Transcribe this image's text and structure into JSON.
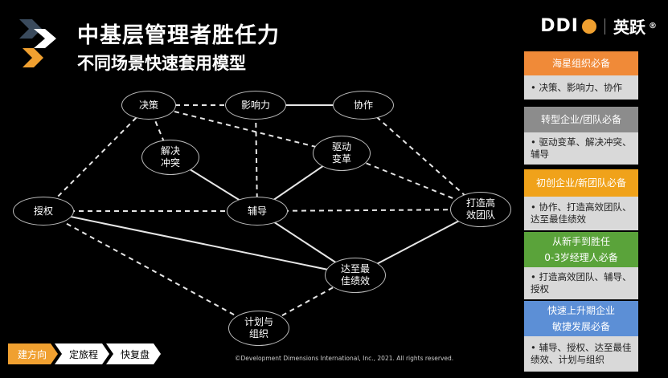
{
  "header": {
    "title": "中基层管理者胜任力",
    "subtitle": "不同场景快速套用模型"
  },
  "brand": {
    "logo_text": "DDI",
    "separator": "|",
    "partner": "英跃",
    "registered": "®"
  },
  "diagram": {
    "nodes": [
      {
        "id": "juece",
        "label": "决策"
      },
      {
        "id": "yingxiangli",
        "label": "影响力"
      },
      {
        "id": "xiezuo",
        "label": "协作"
      },
      {
        "id": "jiejue",
        "label": "解决\n冲突"
      },
      {
        "id": "qudong",
        "label": "驱动\n变革"
      },
      {
        "id": "shouquan",
        "label": "授权"
      },
      {
        "id": "fudao",
        "label": "辅导"
      },
      {
        "id": "dazao",
        "label": "打造高\n效团队"
      },
      {
        "id": "dazhi",
        "label": "达至最\n佳绩效"
      },
      {
        "id": "jihua",
        "label": "计划与\n组织"
      }
    ],
    "edges": [
      {
        "from": "juece",
        "to": "yingxiangli",
        "style": "dashed"
      },
      {
        "from": "yingxiangli",
        "to": "xiezuo",
        "style": "solid"
      },
      {
        "from": "xiezuo",
        "to": "dazao",
        "style": "dashed"
      },
      {
        "from": "juece",
        "to": "shouquan",
        "style": "dashed"
      },
      {
        "from": "juece",
        "to": "jiejue",
        "style": "dashed"
      },
      {
        "from": "juece",
        "to": "qudong",
        "style": "dashed"
      },
      {
        "from": "yingxiangli",
        "to": "fudao",
        "style": "dashed"
      },
      {
        "from": "jiejue",
        "to": "fudao",
        "style": "solid"
      },
      {
        "from": "qudong",
        "to": "fudao",
        "style": "solid"
      },
      {
        "from": "qudong",
        "to": "dazao",
        "style": "dashed"
      },
      {
        "from": "shouquan",
        "to": "fudao",
        "style": "dashed"
      },
      {
        "from": "fudao",
        "to": "dazao",
        "style": "dashed"
      },
      {
        "from": "shouquan",
        "to": "dazhi",
        "style": "solid"
      },
      {
        "from": "fudao",
        "to": "dazhi",
        "style": "solid"
      },
      {
        "from": "dazao",
        "to": "dazhi",
        "style": "solid"
      },
      {
        "from": "shouquan",
        "to": "jihua",
        "style": "dashed"
      },
      {
        "from": "jihua",
        "to": "dazhi",
        "style": "dashed"
      }
    ]
  },
  "panels": [
    {
      "header": [
        "海星组织必备"
      ],
      "body": "• 决策、影响力、协作",
      "header_color": "#f08a38"
    },
    {
      "header": [
        "转型企业/团队必备"
      ],
      "body": "• 驱动变革、解决冲突、辅导",
      "header_color": "#8c8c8c"
    },
    {
      "header": [
        "初创企业/新团队必备"
      ],
      "body": "• 协作、打造高效团队、达至最佳绩效",
      "header_color": "#f0a21a"
    },
    {
      "header": [
        "从新手到胜任",
        "0-3岁经理人必备"
      ],
      "body": "• 打造高效团队、辅导、授权",
      "header_color": "#5aa33a"
    },
    {
      "header": [
        "快速上升期企业",
        "敏捷发展必备"
      ],
      "body": "• 辅导、授权、达至最佳绩效、计划与组织",
      "header_color": "#5c8fd6"
    }
  ],
  "nav": {
    "tabs": [
      {
        "label": "建方向",
        "active": true
      },
      {
        "label": "定旅程",
        "active": false
      },
      {
        "label": "快复盘",
        "active": false
      }
    ],
    "active_color": "#f0a030"
  },
  "copyright": "©Development Dimensions International, Inc., 2021. All rights reserved."
}
